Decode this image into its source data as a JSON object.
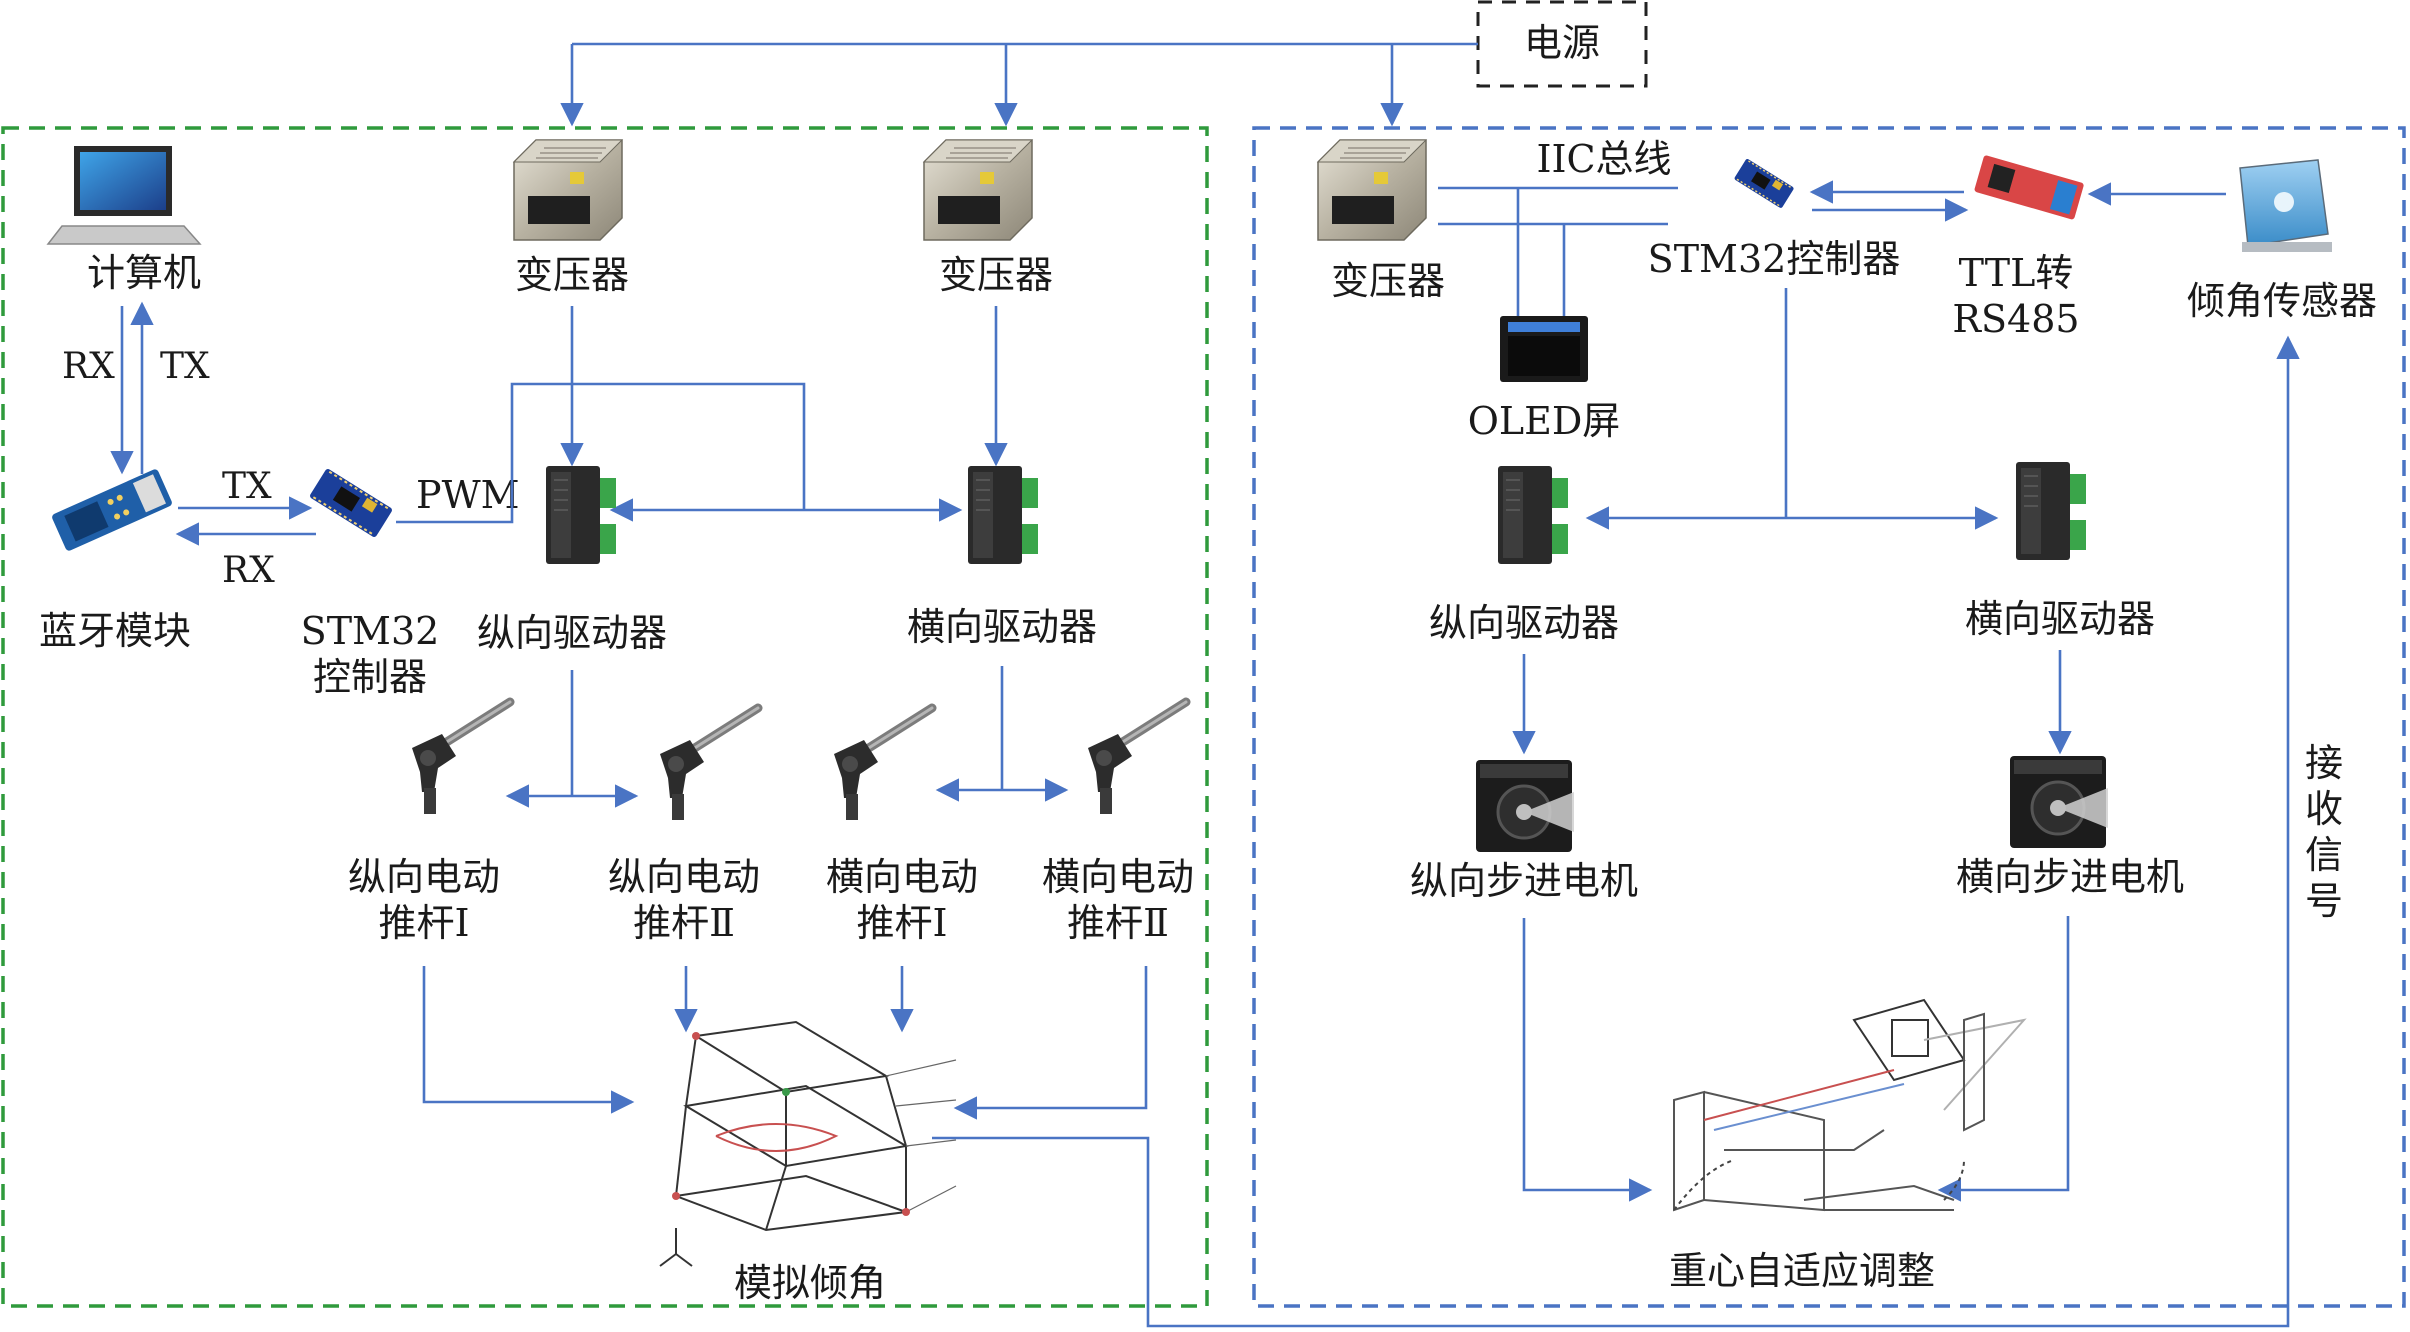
{
  "power_source": "电源",
  "left_group": {
    "computer": "计算机",
    "link_rx": "RX",
    "link_tx": "TX",
    "bt_tx": "TX",
    "bt_rx": "RX",
    "bluetooth": "蓝牙模块",
    "stm32_line1": "STM32",
    "stm32_line2": "控制器",
    "pwm": "PWM",
    "transformer_1": "变压器",
    "transformer_2": "变压器",
    "long_driver": "纵向驱动器",
    "lat_driver": "横向驱动器",
    "actuators": [
      {
        "line1": "纵向电动",
        "line2": "推杆Ⅰ"
      },
      {
        "line1": "纵向电动",
        "line2": "推杆Ⅱ"
      },
      {
        "line1": "横向电动",
        "line2": "推杆Ⅰ"
      },
      {
        "line1": "横向电动",
        "line2": "推杆Ⅱ"
      }
    ],
    "simulated_tilt": "模拟倾角"
  },
  "right_group": {
    "transformer": "变压器",
    "iic_bus": "IIC总线",
    "stm32": "STM32控制器",
    "ttl_line1": "TTL转",
    "ttl_line2": "RS485",
    "tilt_sensor": "倾角传感器",
    "oled": "OLED屏",
    "long_driver": "纵向驱动器",
    "lat_driver": "横向驱动器",
    "long_stepper": "纵向步进电机",
    "lat_stepper": "横向步进电机",
    "receive_signal": [
      "接",
      "收",
      "信",
      "号"
    ],
    "cg_adjust": "重心自适应调整"
  },
  "colors": {
    "connector": "#4a74c4",
    "left_border": "#2f9a3c",
    "right_border": "#4a74c4",
    "power_border": "#222222"
  },
  "icons": {
    "computer": "laptop-icon",
    "transformer": "power-supply-icon",
    "bluetooth": "bluetooth-module-icon",
    "stm32": "stm32-board-icon",
    "driver": "stepper-driver-icon",
    "actuator": "electric-linear-actuator-icon",
    "tilt_platform": "tilt-platform-drawing-icon",
    "oled": "oled-display-icon",
    "ttl": "ttl-rs485-module-icon",
    "tilt_sensor": "tilt-sensor-icon",
    "stepper": "stepper-motor-icon",
    "cg_mechanism": "cg-adjust-mechanism-icon"
  }
}
